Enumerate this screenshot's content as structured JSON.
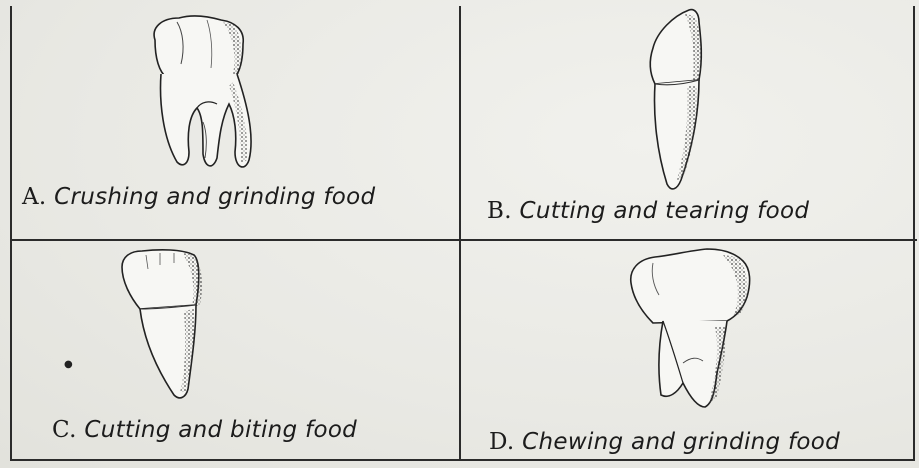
{
  "cells": [
    {
      "letter": "A.",
      "description": "Crushing and grinding food",
      "icon": "molar-tooth-icon"
    },
    {
      "letter": "B.",
      "description": "Cutting and tearing food",
      "icon": "canine-tooth-icon"
    },
    {
      "letter": "C.",
      "description": "Cutting and biting food",
      "icon": "incisor-tooth-icon"
    },
    {
      "letter": "D.",
      "description": "Chewing and grinding food",
      "icon": "premolar-tooth-icon"
    }
  ]
}
